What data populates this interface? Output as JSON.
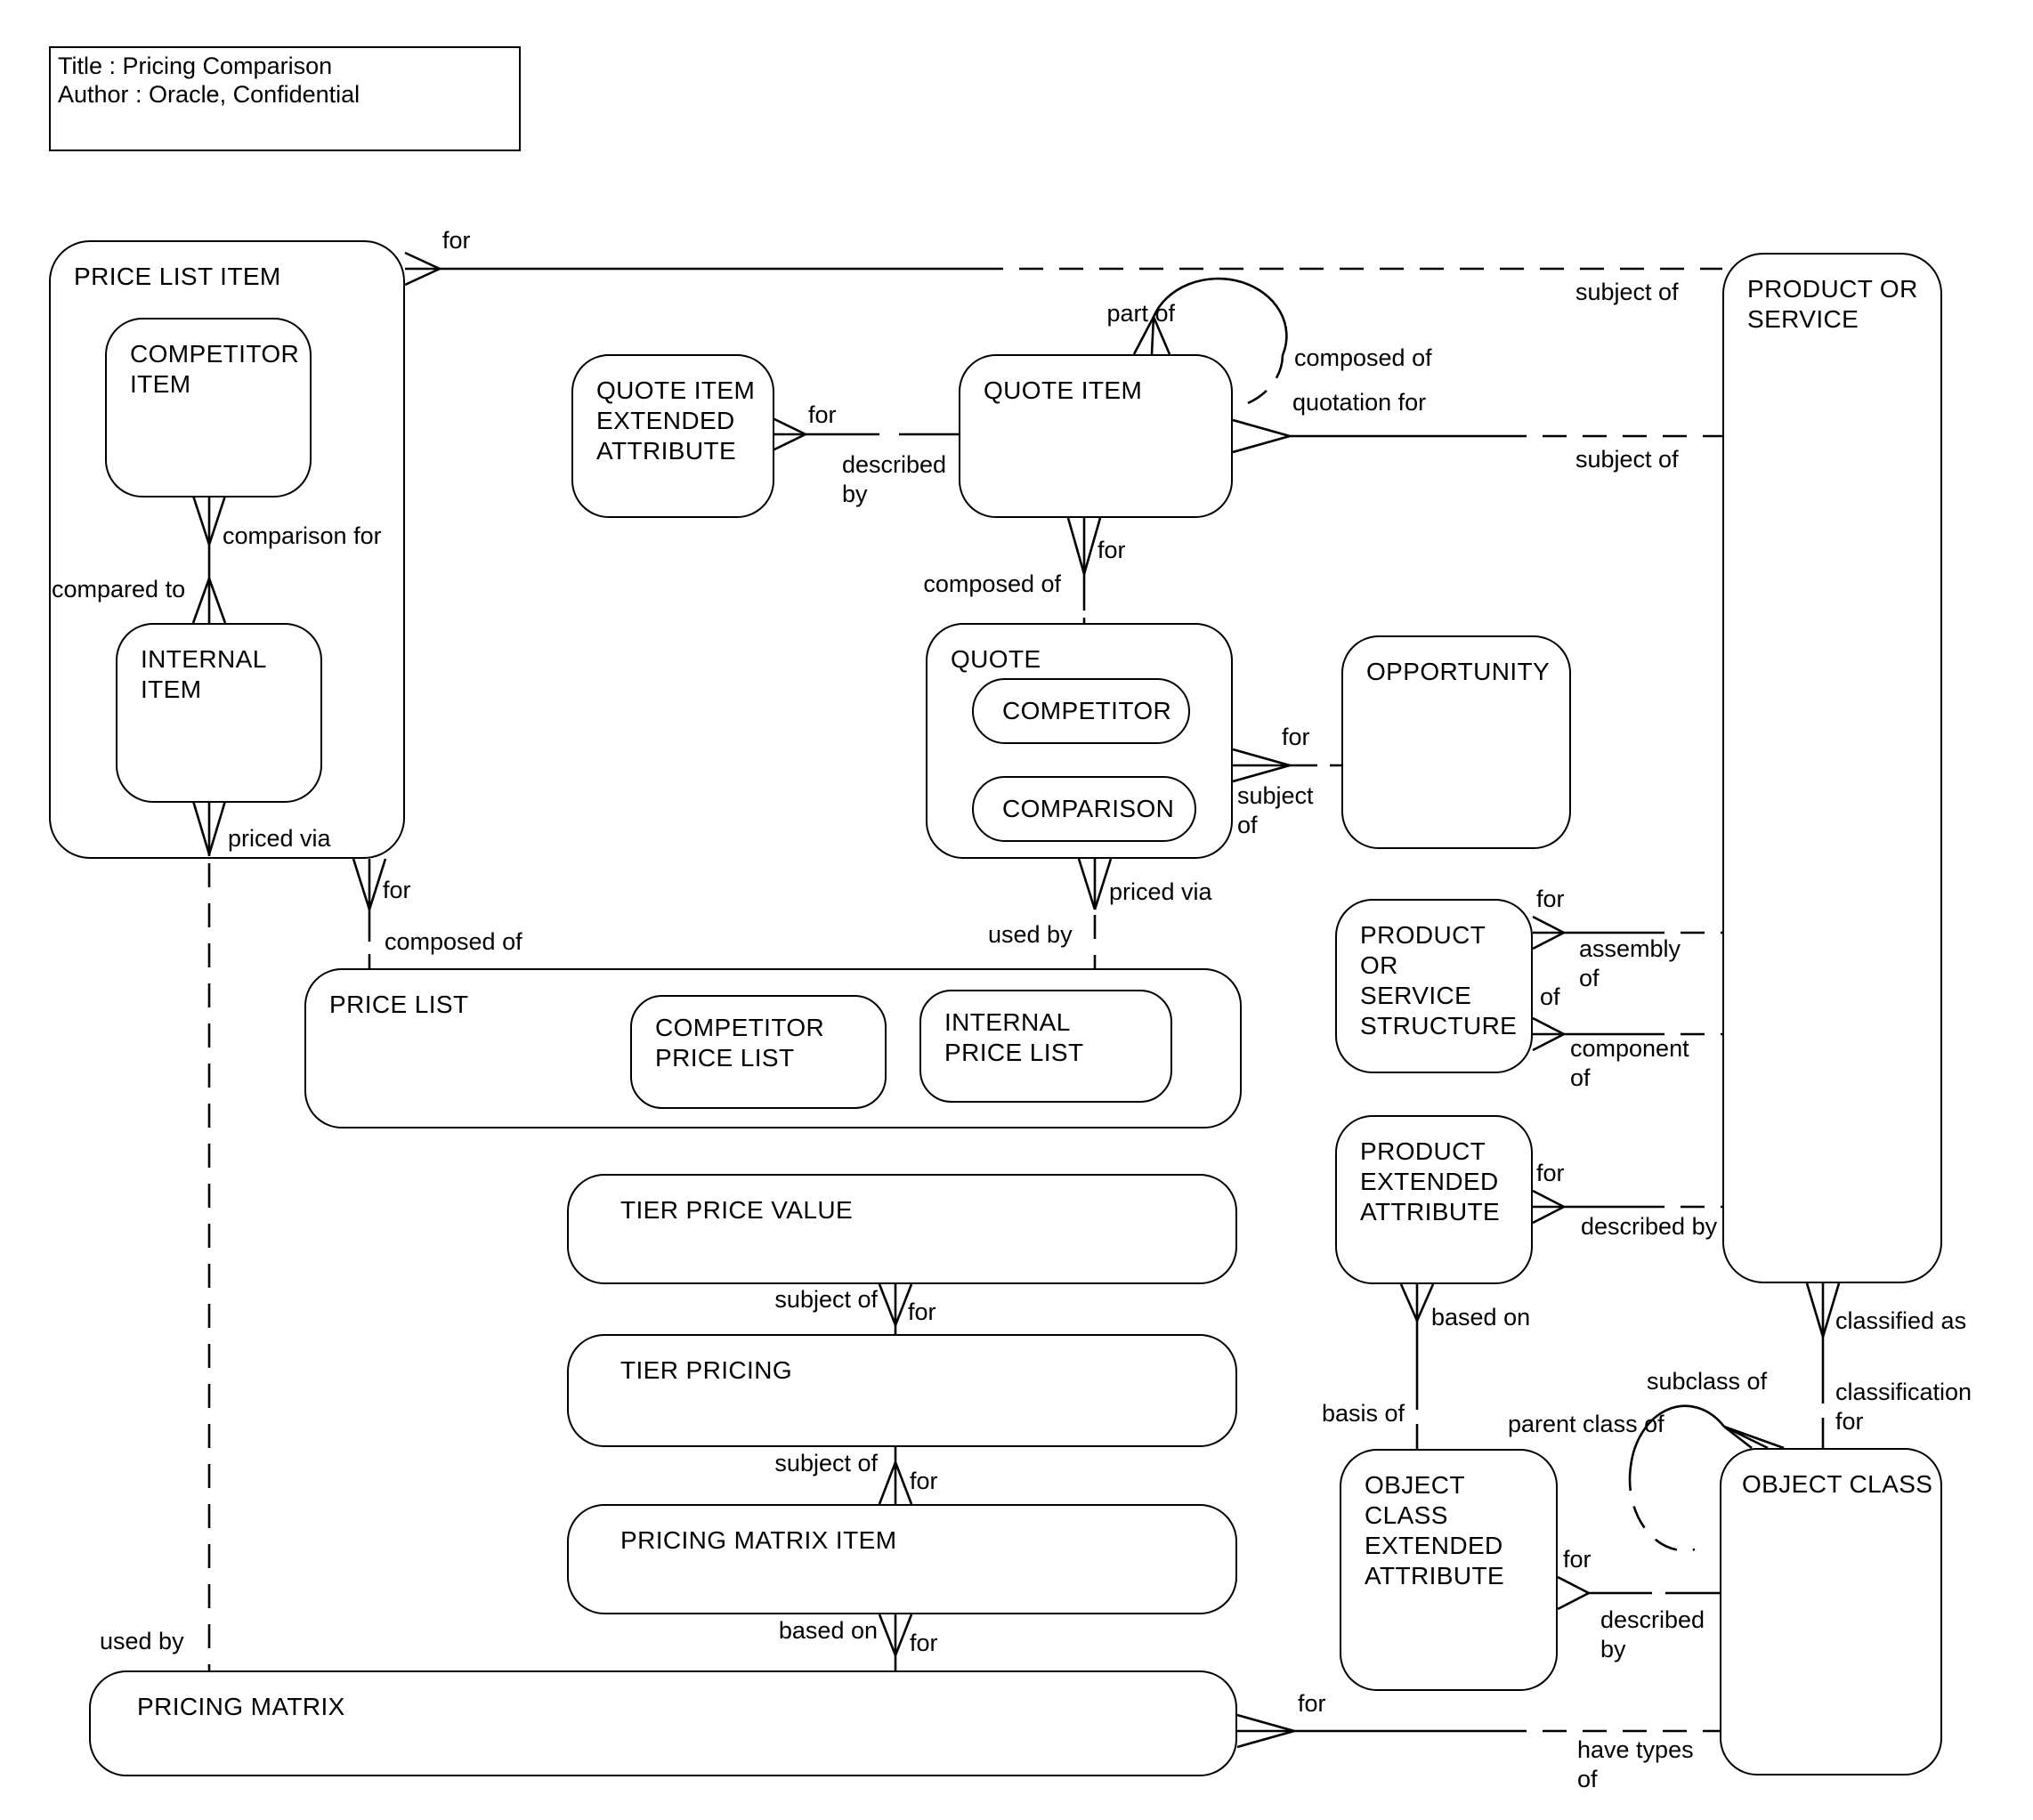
{
  "title_block": {
    "line1": "Title : Pricing Comparison",
    "line2": "Author : Oracle, Confidential"
  },
  "entities": {
    "price_list_item": {
      "label": "PRICE LIST ITEM"
    },
    "competitor_item": {
      "label": "COMPETITOR ITEM"
    },
    "internal_item": {
      "label": "INTERNAL ITEM"
    },
    "quote_item_extended_attribute": {
      "label": "QUOTE ITEM EXTENDED ATTRIBUTE"
    },
    "quote_item": {
      "label": "QUOTE ITEM"
    },
    "product_or_service": {
      "label": "PRODUCT OR SERVICE"
    },
    "quote": {
      "label": "QUOTE"
    },
    "quote_competitor": {
      "label": "COMPETITOR"
    },
    "quote_comparison": {
      "label": "COMPARISON"
    },
    "opportunity": {
      "label": "OPPORTUNITY"
    },
    "price_list": {
      "label": "PRICE LIST"
    },
    "competitor_price_list": {
      "label": "COMPETITOR PRICE LIST"
    },
    "internal_price_list": {
      "label": "INTERNAL PRICE LIST"
    },
    "product_or_service_structure": {
      "label": "PRODUCT OR SERVICE STRUCTURE"
    },
    "product_extended_attribute": {
      "label": "PRODUCT EXTENDED ATTRIBUTE"
    },
    "tier_price_value": {
      "label": "TIER PRICE VALUE"
    },
    "tier_pricing": {
      "label": "TIER PRICING"
    },
    "pricing_matrix_item": {
      "label": "PRICING MATRIX ITEM"
    },
    "pricing_matrix": {
      "label": "PRICING MATRIX"
    },
    "object_class_extended_attribute": {
      "label": "OBJECT CLASS EXTENDED ATTRIBUTE"
    },
    "object_class": {
      "label": "OBJECT CLASS"
    }
  },
  "labels": {
    "pli_pos_for": "for",
    "pli_pos_subject_of": "subject of",
    "ci_ii_comparison_for": "comparison for",
    "ci_ii_compared_to": "compared to",
    "pli_pl_for": "for",
    "pli_pl_composed_of": "composed of",
    "ii_pm_priced_via": "priced via",
    "ii_pm_used_by": "used by",
    "qiea_qi_for": "for",
    "qiea_qi_described_by": "described by",
    "qi_loop_part_of": "part of",
    "qi_loop_composed_of": "composed of",
    "qi_pos_quotation_for": "quotation for",
    "qi_pos_subject_of": "subject of",
    "qi_quote_for": "for",
    "qi_quote_composed_of": "composed of",
    "quote_opp_for": "for",
    "quote_opp_subject_of": "subject of",
    "quote_pl_priced_via": "priced via",
    "quote_pl_used_by": "used by",
    "tpv_tp_subject_of": "subject of",
    "tpv_tp_for": "for",
    "tp_pmi_subject_of": "subject of",
    "tp_pmi_for": "for",
    "pmi_pm_based_on": "based on",
    "pmi_pm_for": "for",
    "pm_oc_for": "for",
    "pm_oc_have_types_of": "have types of",
    "pss_pos_for": "for",
    "pss_pos_assembly_of": "assembly of",
    "pss_pos_of": "of",
    "pss_pos_component_of": "component of",
    "pea_pos_for": "for",
    "pea_pos_described_by": "described by",
    "pea_ocea_based_on": "based on",
    "pea_ocea_basis_of": "basis of",
    "pos_oc_classified_as": "classified as",
    "pos_oc_classification_for": "classification for",
    "ocea_oc_for": "for",
    "ocea_oc_described_by": "described by",
    "oc_loop_subclass_of": "subclass of",
    "oc_loop_parent_class_of": "parent class of"
  },
  "colors": {
    "line": "#000000",
    "background": "#ffffff"
  }
}
